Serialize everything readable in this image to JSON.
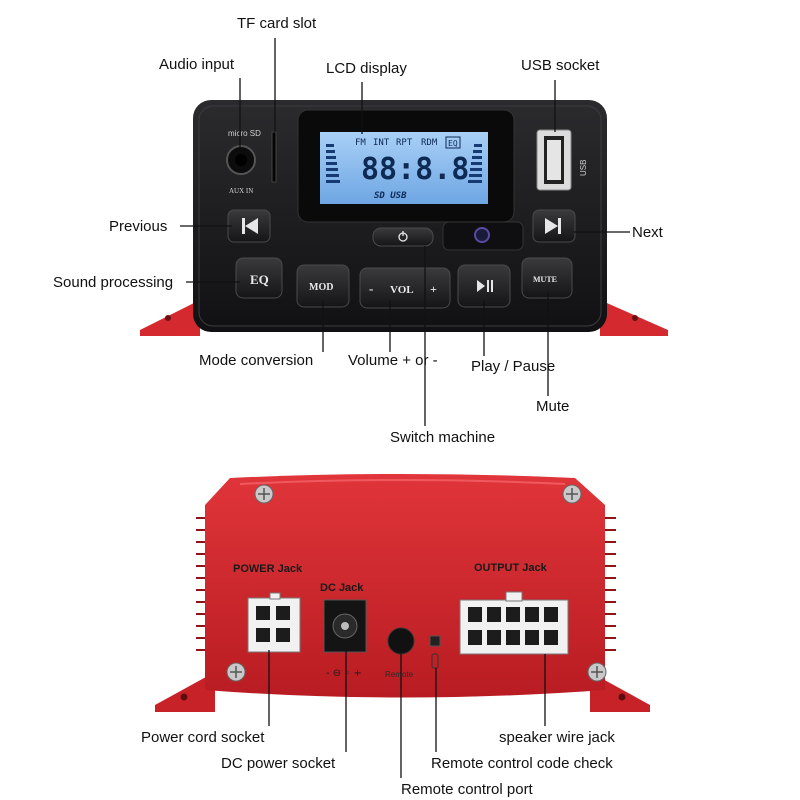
{
  "front": {
    "callouts": {
      "tf_card_slot": "TF card slot",
      "audio_input": "Audio input",
      "lcd_display": "LCD display",
      "usb_socket": "USB socket",
      "previous": "Previous",
      "next": "Next",
      "sound_processing": "Sound processing",
      "mode_conversion": "Mode conversion",
      "volume": "Volume + or -",
      "play_pause": "Play / Pause",
      "mute": "Mute",
      "switch_machine": "Switch machine"
    },
    "device_labels": {
      "aux_in": "AUX IN",
      "micro_sd": "micro SD",
      "usb": "USB",
      "lcd_indicators": [
        "FM",
        "INT",
        "RPT",
        "RDM",
        "EQ"
      ],
      "lcd_digits": "88:8.8",
      "lcd_bottom": "SD USB",
      "eq_button": "EQ",
      "mod_button": "MOD",
      "vol_button": "VOL",
      "vol_minus": "-",
      "vol_plus": "+",
      "mute_button": "MUTE"
    }
  },
  "back": {
    "callouts": {
      "power_cord_socket": "Power cord socket",
      "dc_power_socket": "DC power socket",
      "remote_control_port": "Remote control port",
      "remote_control_code_check": "Remote control code check",
      "speaker_wire_jack": "speaker wire jack"
    },
    "panel_labels": {
      "power_jack": "POWER Jack",
      "dc_jack": "DC Jack",
      "output_jack": "OUTPUT Jack",
      "dc_polarity": "- ⊖ ◦ +",
      "remote": "Remote"
    }
  },
  "colors": {
    "red_body": "#d8262c",
    "black_body": "#1c1c1e",
    "lcd_blue": "#7fb4ec"
  }
}
